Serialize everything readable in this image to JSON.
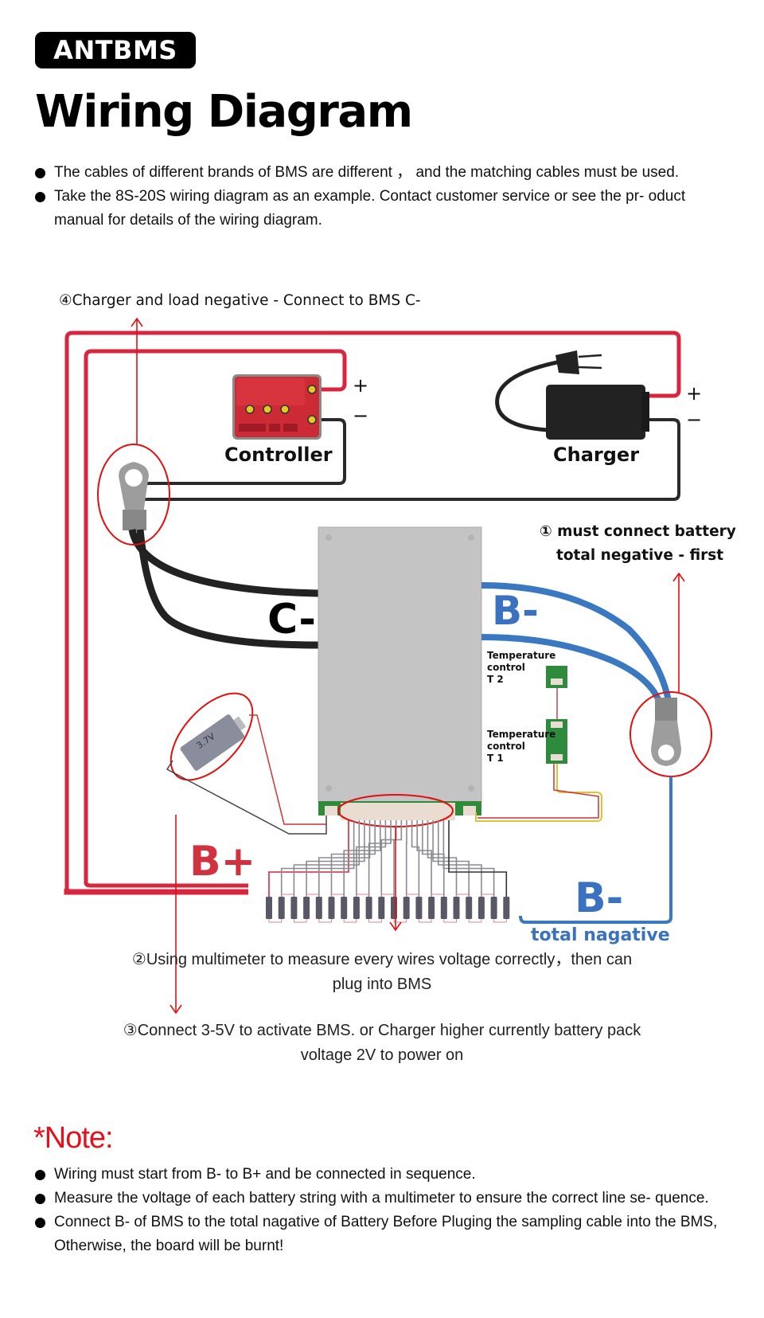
{
  "brand": "ANTBMS",
  "title": "Wiring Diagram",
  "intro_bullets": [
    "The cables of different brands of BMS are different ， and the matching cables must be used.",
    "Take the 8S-20S wiring diagram as an example. Contact customer service or see the pr- oduct  manual  for details of the wiring diagram."
  ],
  "diagram": {
    "step4_label": "④Charger and load negative - Connect to BMS C-",
    "controller_label": "Controller",
    "charger_label": "Charger",
    "plus_sign": "+",
    "minus_sign": "−",
    "step1_line1": "① must connect battery",
    "step1_line2": "total negative - first",
    "c_minus_label": "C-",
    "b_minus_top_label": "B-",
    "temp_t2": [
      "Temperature",
      "control",
      "T 2"
    ],
    "temp_t1": [
      "Temperature",
      "control",
      "T 1"
    ],
    "cell_voltage": "3.7V",
    "b_plus_label": "B+",
    "b_minus_bottom_label": "B-",
    "total_negative_label": "total nagative",
    "cell_count": 20,
    "colors": {
      "red_wire": "#d7263d",
      "black_wire": "#2a2a2a",
      "blue_wire": "#3a78c2",
      "b_minus_text": "#3a72c0",
      "b_plus_text": "#d1323f",
      "annotation_red": "#e01010"
    }
  },
  "step2_line1": "②Using multimeter to measure every wires voltage correctly，then can",
  "step2_line2": "plug into BMS",
  "step3_line1": "③Connect 3-5V to activate BMS. or Charger higher currently battery pack",
  "step3_line2": "voltage 2V to power on",
  "note": {
    "title": "*Note:",
    "bullets": [
      "Wiring must start from B- to B+ and be connected in sequence.",
      "Measure the voltage of each battery string with a multimeter to ensure the correct line se- quence.",
      "Connect B- of BMS to the total nagative of Battery Before Pluging the sampling cable into the BMS, Otherwise, the board will be burnt!"
    ]
  }
}
